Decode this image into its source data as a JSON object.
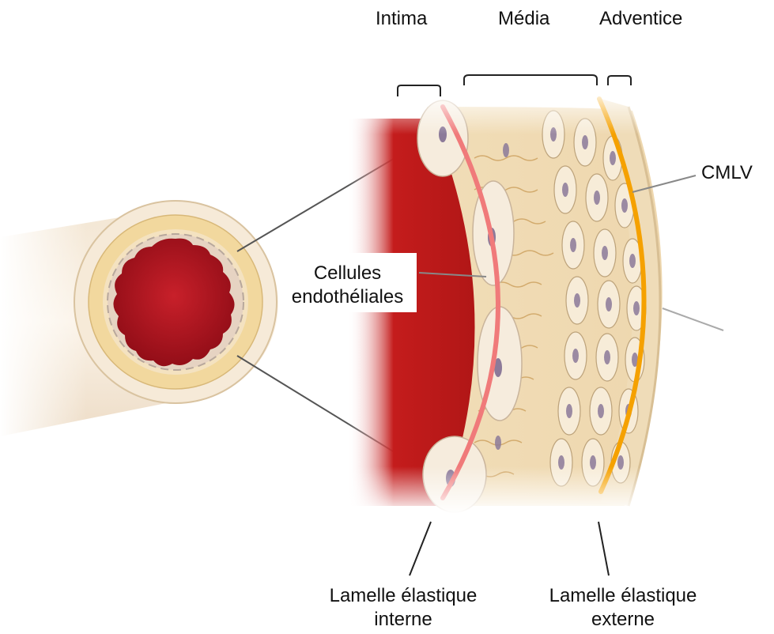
{
  "layers": {
    "intima": "Intima",
    "media": "Média",
    "adventice": "Adventice"
  },
  "labels": {
    "cmlv": "CMLV",
    "endothelial_line1": "Cellules",
    "endothelial_line2": "endothéliales",
    "iel_line1": "Lamelle élastique",
    "iel_line2": "interne",
    "eel_line1": "Lamelle élastique",
    "eel_line2": "externe"
  },
  "colors": {
    "lumen": "#b0121e",
    "internal_elastic_lamina": "#f07a7a",
    "external_elastic_lamina": "#f5a100",
    "wall": "#f2e3c6",
    "adventitia": "#e9d2ad"
  }
}
